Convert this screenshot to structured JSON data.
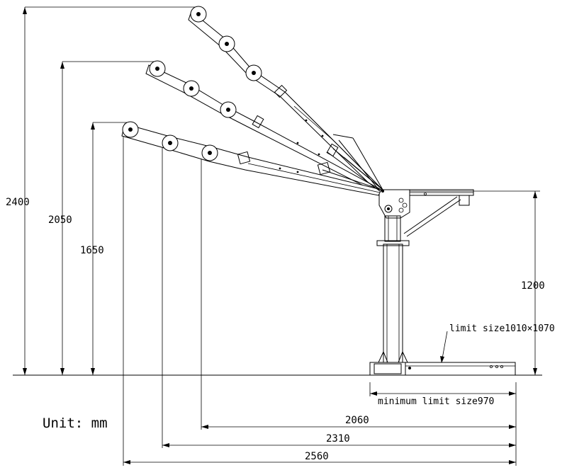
{
  "dimensions": {
    "height_max": "2400",
    "height_mid": "2050",
    "height_low": "1650",
    "base_height": "1200",
    "reach_short": "2060",
    "reach_mid": "2310",
    "reach_long": "2560"
  },
  "notes": {
    "limit_size": "limit size1010×1070",
    "minimum_limit": "minimum limit size970"
  },
  "unit_label": "Unit: mm"
}
